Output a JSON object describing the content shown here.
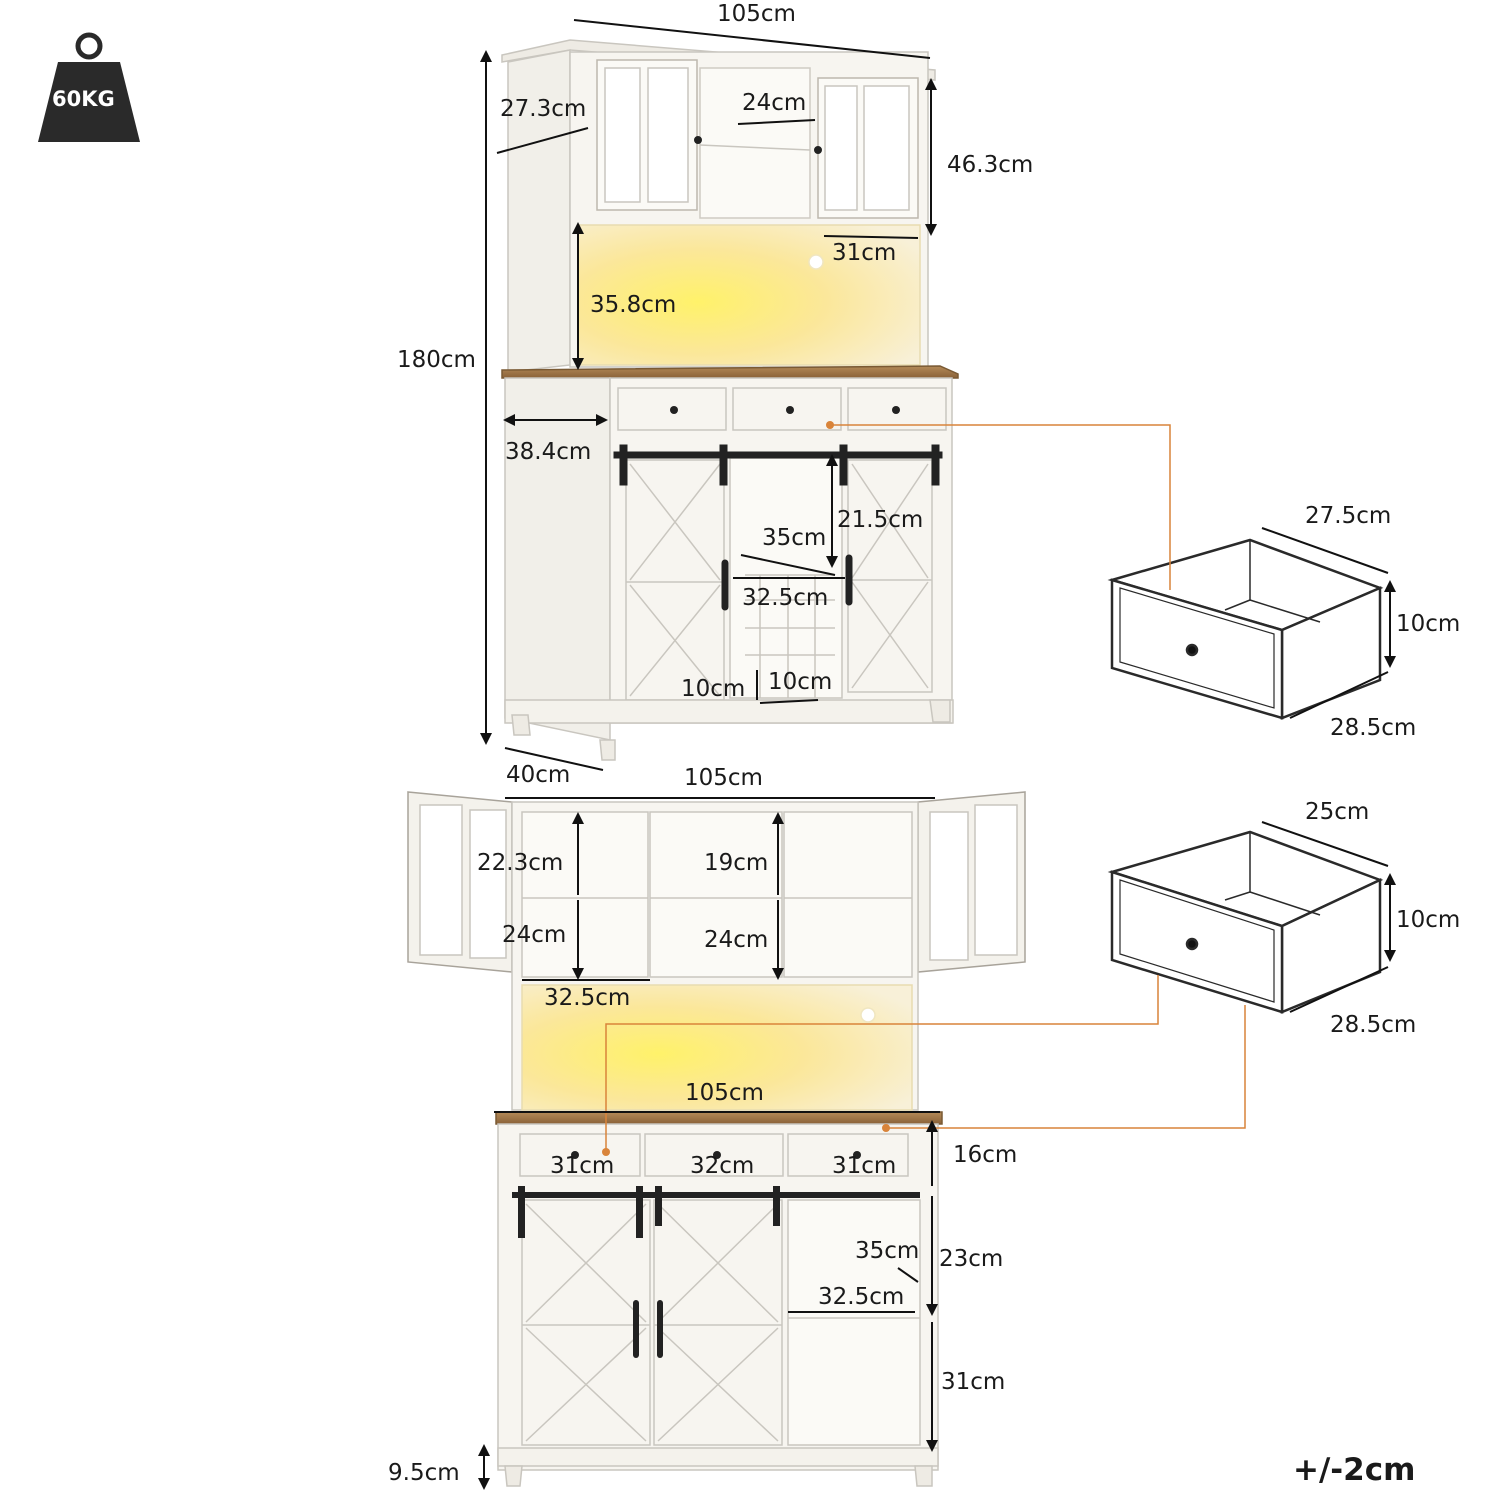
{
  "weight_badge": {
    "text": "60KG",
    "icon": "weight-icon"
  },
  "tolerance": "+/-2cm",
  "colors": {
    "led": "#ffe15a",
    "wood_top": "#a47c4e",
    "cabinet": "#f7f5f0",
    "outline": "#2a2a2a",
    "callout": "#d9843a"
  },
  "top_view": {
    "width_top": "105cm",
    "depth_hutch": "27.3cm",
    "middle_gap": "24cm",
    "hutch_height": "46.3cm",
    "shelf_depth": "31cm",
    "led_height": "35.8cm",
    "total_height": "180cm",
    "base_depth": "38.4cm",
    "wine_height": "21.5cm",
    "wine_width_top": "35cm",
    "wine_width_bottom": "32.5cm",
    "cell_height": "10cm",
    "cell_width": "10cm",
    "total_depth": "40cm"
  },
  "drawer_large": {
    "depth": "27.5cm",
    "height": "10cm",
    "width": "28.5cm"
  },
  "drawer_small": {
    "depth": "25cm",
    "height": "10cm",
    "width": "28.5cm"
  },
  "bottom_view": {
    "width_top": "105cm",
    "shelf_upper_left": "22.3cm",
    "shelf_lower_left": "24cm",
    "shelf_upper_mid": "19cm",
    "shelf_lower_mid": "24cm",
    "shelf_width": "32.5cm",
    "counter_width": "105cm",
    "drawer_row_height": "16cm",
    "drawer_left": "31cm",
    "drawer_mid": "32cm",
    "drawer_right": "31cm",
    "open_depth": "35cm",
    "open_upper_height": "23cm",
    "open_width": "32.5cm",
    "open_lower_height": "31cm",
    "leg_height": "9.5cm"
  }
}
